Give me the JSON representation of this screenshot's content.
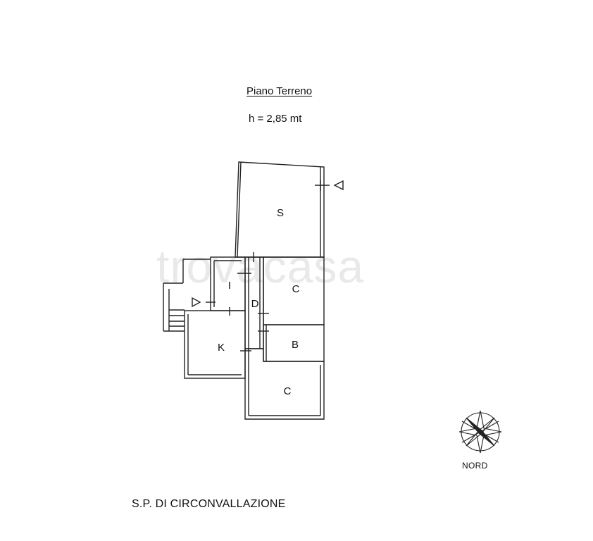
{
  "title": "Piano Terreno",
  "height_note": "h = 2,85 mt",
  "watermark": "trovacasa",
  "rooms": [
    {
      "id": "s",
      "label": "S"
    },
    {
      "id": "i",
      "label": "I"
    },
    {
      "id": "c1",
      "label": "C"
    },
    {
      "id": "d",
      "label": "D"
    },
    {
      "id": "b",
      "label": "B"
    },
    {
      "id": "k",
      "label": "K"
    },
    {
      "id": "c2",
      "label": "C"
    }
  ],
  "compass": {
    "label": "NORD"
  },
  "street": "S.P.  DI CIRCONVALLAZIONE",
  "colors": {
    "line": "#222222",
    "watermark": "#e9e9e9"
  }
}
